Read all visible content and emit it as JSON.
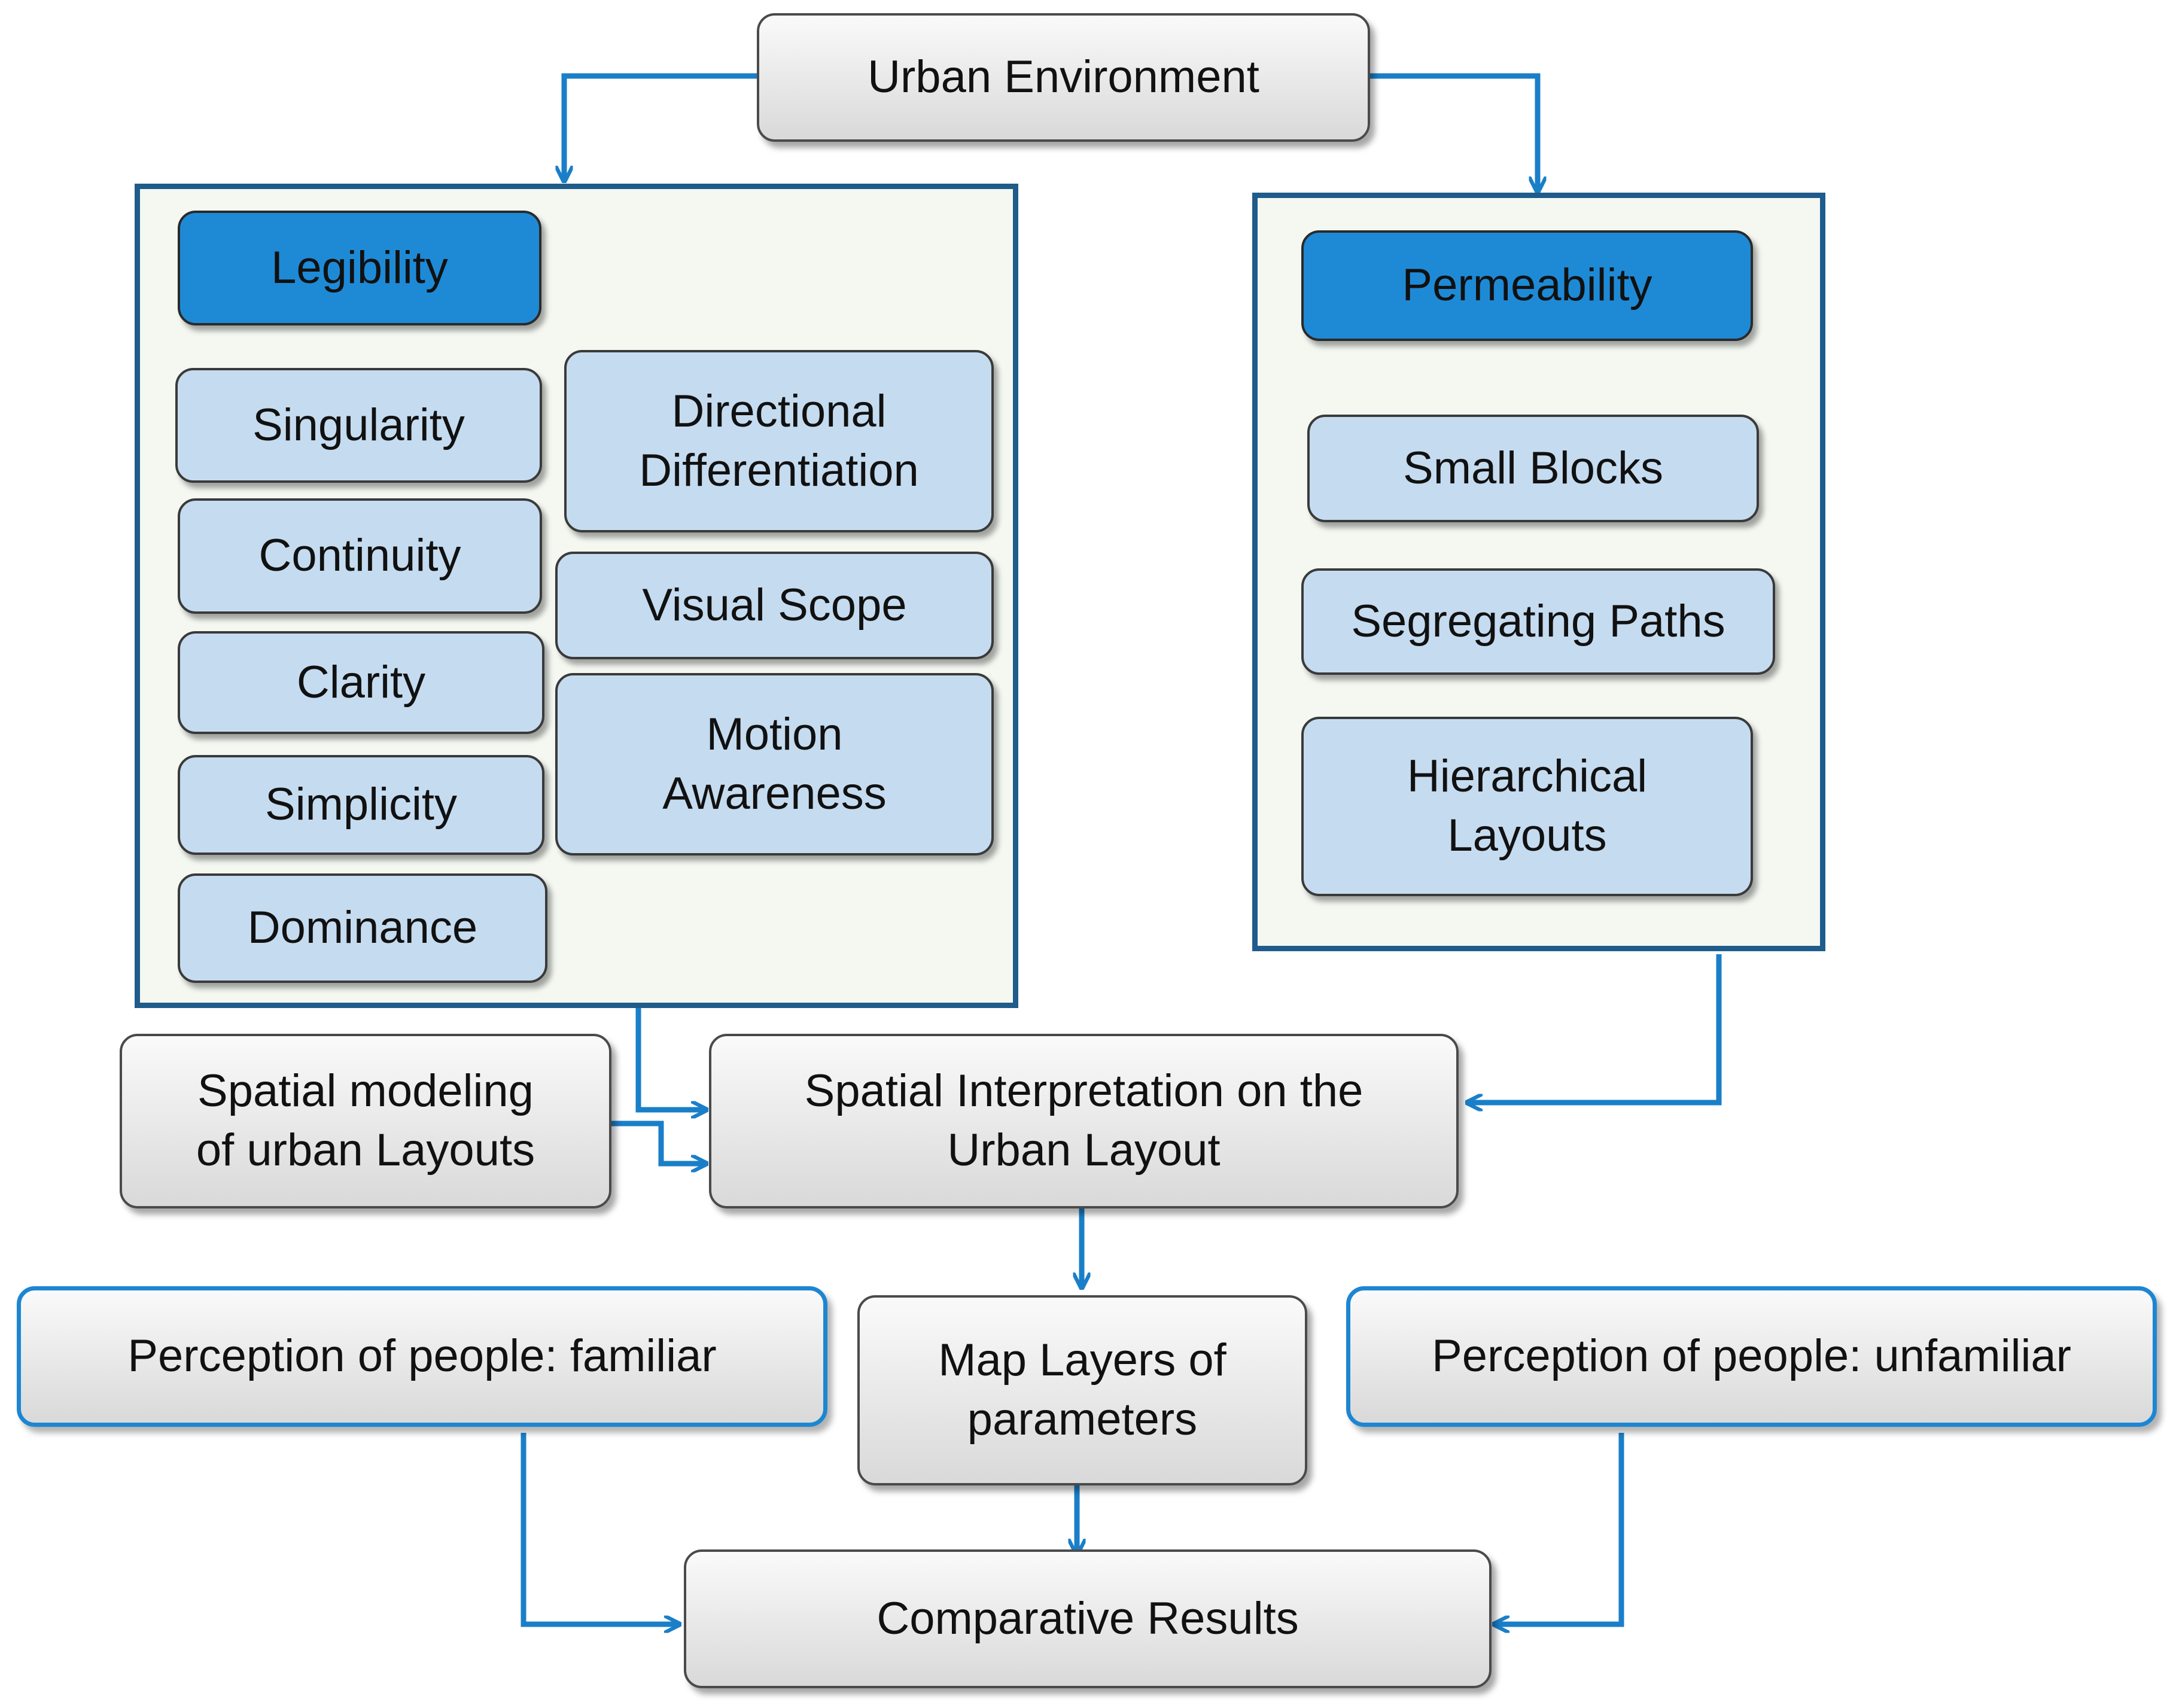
{
  "top": {
    "urban_environment": "Urban Environment"
  },
  "legibility": {
    "heading": "Legibility",
    "left_items": [
      "Singularity",
      "Continuity",
      "Clarity",
      "Simplicity",
      "Dominance"
    ],
    "right_items": [
      "Directional\nDifferentiation",
      "Visual Scope",
      "Motion\nAwareness"
    ]
  },
  "permeability": {
    "heading": "Permeability",
    "items": [
      "Small Blocks",
      "Segregating Paths",
      "Hierarchical\nLayouts"
    ]
  },
  "process": {
    "spatial_modeling": "Spatial modeling\nof urban Layouts",
    "spatial_interpretation": "Spatial Interpretation on the\nUrban Layout",
    "map_layers": "Map Layers of\nparameters",
    "perception_familiar": "Perception of people: familiar",
    "perception_unfamiliar": "Perception of people: unfamiliar",
    "comparative_results": "Comparative Results"
  },
  "colors": {
    "arrow": "#1a7fc8",
    "panel_border": "#1f5c8b",
    "heading_fill": "#1e8ad6",
    "item_fill": "#c5dbf0"
  }
}
